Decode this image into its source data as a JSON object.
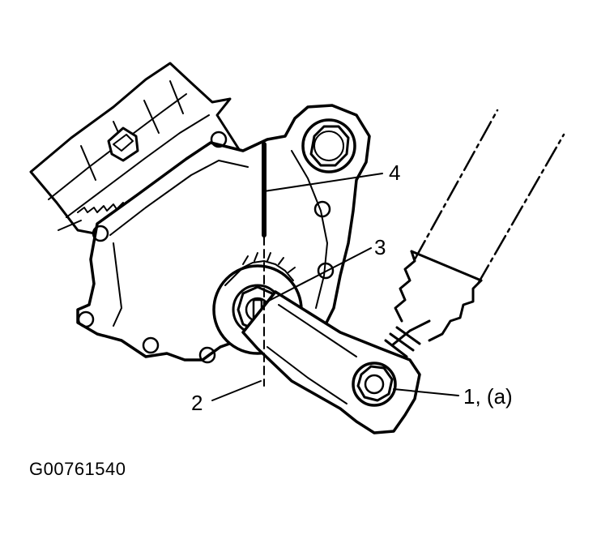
{
  "figure_id": "G00761540",
  "callouts": {
    "c1": "1, (a)",
    "c2": "2",
    "c3": "3",
    "c4": "4"
  },
  "colors": {
    "ink": "#000000",
    "paper": "#ffffff"
  }
}
